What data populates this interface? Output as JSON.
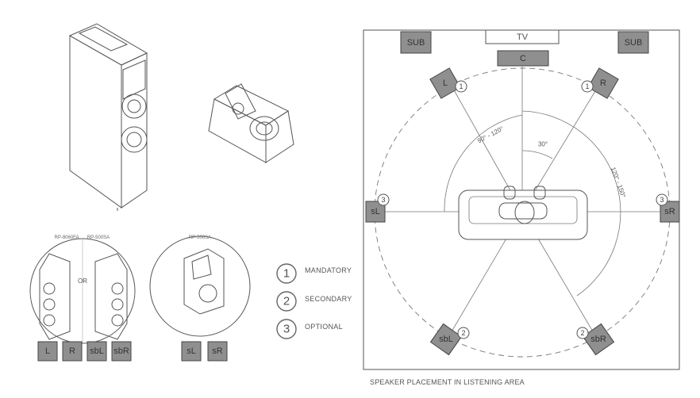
{
  "room": {
    "tv_label": "TV",
    "center_label": "C",
    "sub_left_label": "SUB",
    "sub_right_label": "SUB",
    "speakers": {
      "left": {
        "label": "L",
        "badge": "1"
      },
      "right": {
        "label": "R",
        "badge": "1"
      },
      "surround_left": {
        "label": "sL",
        "badge": "3"
      },
      "surround_right": {
        "label": "sR",
        "badge": "3"
      },
      "surround_back_left": {
        "label": "sbL",
        "badge": "2"
      },
      "surround_back_right": {
        "label": "sbR",
        "badge": "2"
      }
    },
    "angle_front": "30°",
    "angle_side": "90° - 120°",
    "angle_rear": "120° - 150°",
    "caption": "SPEAKER PLACEMENT IN LISTENING AREA"
  },
  "legend": [
    {
      "number": "1",
      "text": "MANDATORY"
    },
    {
      "number": "2",
      "text": "SECONDARY"
    },
    {
      "number": "3",
      "text": "OPTIONAL"
    }
  ],
  "options": {
    "model_a": "RP-8060FA",
    "model_b": "RP-500SA",
    "or_label": "OR",
    "model_c": "RP-500SA",
    "front_keys": [
      "L",
      "R",
      "sbL",
      "sbR"
    ],
    "side_keys": [
      "sL",
      "sR"
    ]
  }
}
